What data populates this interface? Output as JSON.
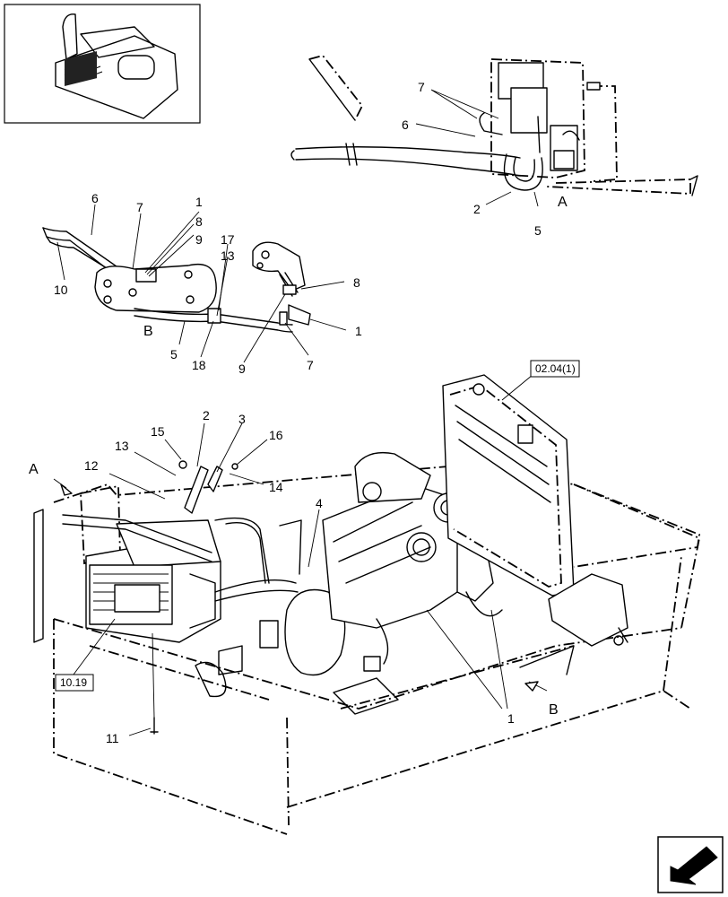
{
  "callouts": {
    "top_view": [
      "7",
      "6",
      "2",
      "5"
    ],
    "mid_view": [
      "6",
      "7",
      "1",
      "8",
      "9",
      "17",
      "13",
      "10",
      "8",
      "1",
      "5",
      "18",
      "9",
      "7"
    ],
    "main_view": [
      "2",
      "3",
      "15",
      "16",
      "13",
      "12",
      "14",
      "4",
      "11",
      "1"
    ]
  },
  "view_labels": {
    "a_top": "A",
    "b_mid": "B",
    "a_main": "A",
    "b_main": "B"
  },
  "references": {
    "radiator_ref": "02.04(1)",
    "box_ref": "10.19"
  },
  "icons": {
    "thumbnail": "machine-thumbnail-icon",
    "navigation": "next-page-arrow-icon"
  }
}
